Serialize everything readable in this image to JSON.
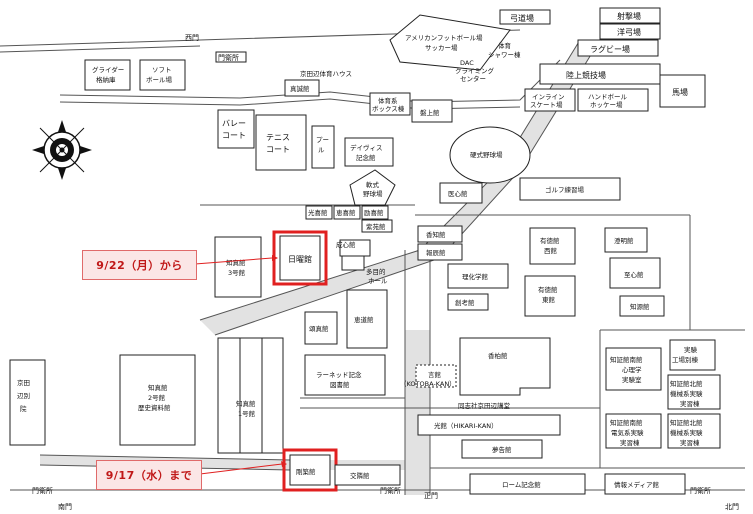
{
  "gates": {
    "nishimon": "西門",
    "mon_ei_1": "門衛所",
    "mon_ei_2": "門衛所",
    "mon_ei_3": "門衛所",
    "mon_ei_4": "門衛所",
    "seimon": "正門",
    "nanmon": "南門",
    "hokumon": "北門"
  },
  "buildings": {
    "kyudojo": "弓道場",
    "shagekijo": "射撃場",
    "yokyujo": "洋弓場",
    "rugby": "ラグビー場",
    "rikujo": "陸上競技場",
    "bajo": "馬場",
    "american_1": "アメリカンフットボール場",
    "american_2": "サッカー場",
    "taiiku_shower_1": "体育",
    "taiiku_shower_2": "シャワー棟",
    "dac_1": "DAC",
    "dac_2": "クライミング",
    "dac_3": "センター",
    "inline_1": "インライン",
    "inline_2": "スケート場",
    "hockey_1": "ハンドボール",
    "hockey_2": "ホッケー場",
    "glider_1": "グライダー",
    "glider_2": "格納庫",
    "softball_1": "ソフト",
    "softball_2": "ボール場",
    "kyotanabe_house": "京田辺体育ハウス",
    "shinryokan": "真誠館",
    "taiikukei_1": "体育系",
    "taiikukei_2": "ボックス棟",
    "bansokan": "磐上館",
    "volley_1": "バレー",
    "volley_2": "コート",
    "tennis_1": "テニス",
    "tennis_2": "コート",
    "pool_1": "プー",
    "pool_2": "ル",
    "davis_1": "デイヴィス",
    "davis_2": "記念館",
    "koshiki_yakyu": "硬式野球場",
    "nanshiki_1": "軟式",
    "nanshiki_2": "野球場",
    "ikoukan": "医心館",
    "golf": "ゴルフ練習場",
    "kosokan": "光喜館",
    "keisokan": "恵喜館",
    "yusokan": "励喜館",
    "shienkan": "紫苑館",
    "nisshokan": "日曜館",
    "seishinkan": "成心館",
    "tamokuteki_1": "多目的",
    "tamokuteki_2": "ホール",
    "kochikan": "香知館",
    "hoseikan": "報辰館",
    "yutokukan_w_1": "有徳館",
    "yutokukan_w_2": "西館",
    "chomeikan": "澄明館",
    "rikagakukan": "理化学館",
    "shisekan": "至心館",
    "sokokan": "創考館",
    "yutokukan_e_1": "有徳館",
    "yutokukan_e_2": "東館",
    "chigenkan": "知源館",
    "chishinkan_3_1": "知真館",
    "chishinkan_3_2": "3号館",
    "jokokan": "頌真館",
    "keidokan": "恵道館",
    "chishinkan_2_1": "知真館",
    "chishinkan_2_2": "2号館",
    "chishinkan_2_3": "歴史資料館",
    "chishinkan_1_1": "知真館",
    "chishinkan_1_2": "1号館",
    "learner_1": "ラーネッド記念",
    "learner_2": "図書館",
    "kotobakan_1": "言館",
    "kotobakan_2": "（KOTOBA-KAN）",
    "kyohakukan": "香柏館",
    "kyotanabe_kodo": "同志社京田辺講堂",
    "hikarikan": "光館（HIKARI-KAN）",
    "mukokan": "夢告館",
    "chisho_nan_1": "知証館南館",
    "chisho_nan_2": "心理学",
    "chisho_nan_3": "実験室",
    "chisho_nan_4": "知証館南館",
    "chisho_nan_5": "電気系実験",
    "chisho_nan_6": "実習棟",
    "jikken_kojo_1": "実験",
    "jikken_kojo_2": "工場別棟",
    "chisho_hoku_1": "知証館北館",
    "chisho_hoku_2": "機械系実験",
    "chisho_hoku_3": "実習棟",
    "chisho_hoku_4": "知証館北館",
    "chisho_hoku_5": "機械系実験",
    "chisho_hoku_6": "実習棟",
    "kyotanabe_betsuin_1": "京田",
    "kyotanabe_betsuin_2": "辺別",
    "kyotanabe_betsuin_3": "院",
    "kosokan_s": "剛築館",
    "kokankan": "交隣館",
    "rohm": "ローム記念館",
    "jyoho_media": "情報メディア館"
  },
  "callouts": {
    "from_label": "9/22（月）から",
    "until_label": "9/17（水）まで"
  },
  "colors": {
    "highlight": "#e02020",
    "callout_bg": "#fbe6e6",
    "road": "#e2e2e2"
  }
}
